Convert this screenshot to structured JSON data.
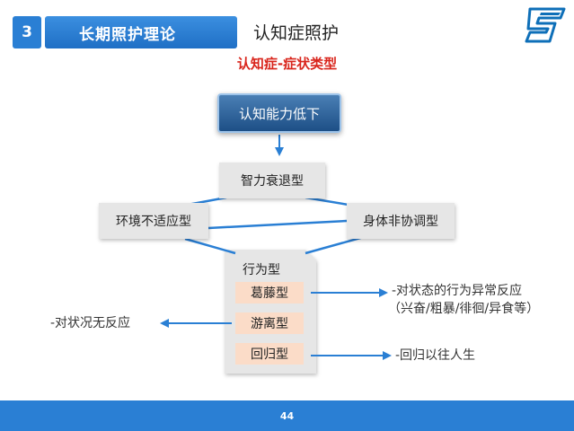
{
  "header": {
    "number": "3",
    "title": "长期照护理论",
    "subtitle": "认知症照护"
  },
  "slide_title": "认知症-症状类型",
  "nodes": {
    "top": "认知能力低下",
    "intelligence": "智力衰退型",
    "environment": "环境不适应型",
    "body": "身体非协调型",
    "behavior": "行为型",
    "conflict": "葛藤型",
    "wander": "游离型",
    "regress": "回归型"
  },
  "notes": {
    "conflict_line1": "-对状态的行为异常反应",
    "conflict_line2": "（兴奋/粗暴/徘徊/异食等）",
    "wander": "-对状况无反应",
    "regress": "-回归以往人生"
  },
  "footer": {
    "page_number": "44"
  },
  "colors": {
    "header_blue": "#2a7fd4",
    "accent_red": "#d9251c",
    "arrow_blue": "#2a7fd4",
    "peach": "#fbdcc8"
  }
}
